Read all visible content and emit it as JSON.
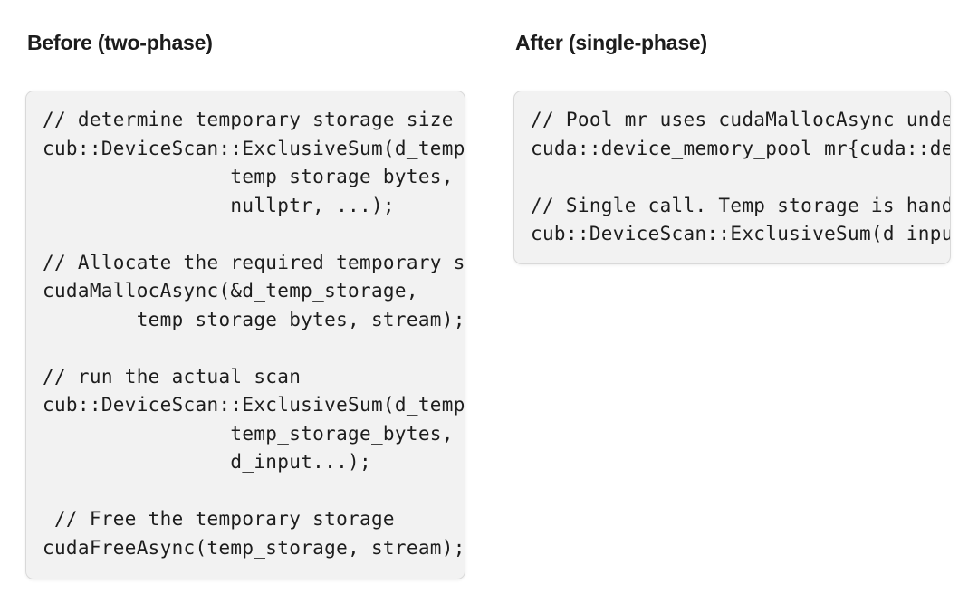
{
  "colors": {
    "page_bg": "#ffffff",
    "heading_text": "#1c1c1c",
    "code_text": "#1d1d1d",
    "code_bg": "#f2f2f2",
    "code_border": "#d9d9d9"
  },
  "before": {
    "heading": "Before (two-phase)",
    "code_lines": [
      "// determine temporary storage size",
      "cub::DeviceScan::ExclusiveSum(d_temp_",
      "                temp_storage_bytes,",
      "                nullptr, ...);",
      "",
      "// Allocate the required temporary st",
      "cudaMallocAsync(&d_temp_storage,",
      "        temp_storage_bytes, stream);",
      "",
      "// run the actual scan",
      "cub::DeviceScan::ExclusiveSum(d_temp_",
      "                temp_storage_bytes,",
      "                d_input...);",
      "",
      " // Free the temporary storage",
      "cudaFreeAsync(temp_storage, stream);"
    ]
  },
  "after": {
    "heading": "After (single-phase)",
    "code_lines": [
      "// Pool mr uses cudaMallocAsync unde",
      "cuda::device_memory_pool mr{cuda::de",
      "",
      "// Single call. Temp storage is hand",
      "cub::DeviceScan::ExclusiveSum(d_inpu"
    ]
  }
}
